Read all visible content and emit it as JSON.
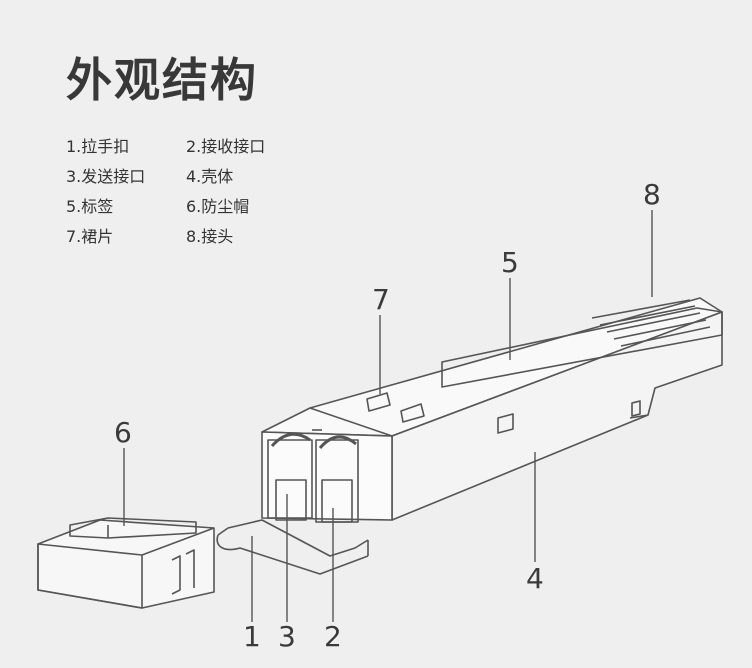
{
  "title": "外观结构",
  "legend": [
    "1.拉手扣",
    "2.接收接口",
    "3.发送接口",
    "4.壳体",
    "5.标签",
    "6.防尘帽",
    "7.裙片",
    "8.接头"
  ],
  "callouts": {
    "n1": "1",
    "n2": "2",
    "n3": "3",
    "n4": "4",
    "n5": "5",
    "n6": "6",
    "n7": "7",
    "n8": "8"
  },
  "colors": {
    "background": "#efefef",
    "line": "#555555",
    "title": "#383838"
  }
}
